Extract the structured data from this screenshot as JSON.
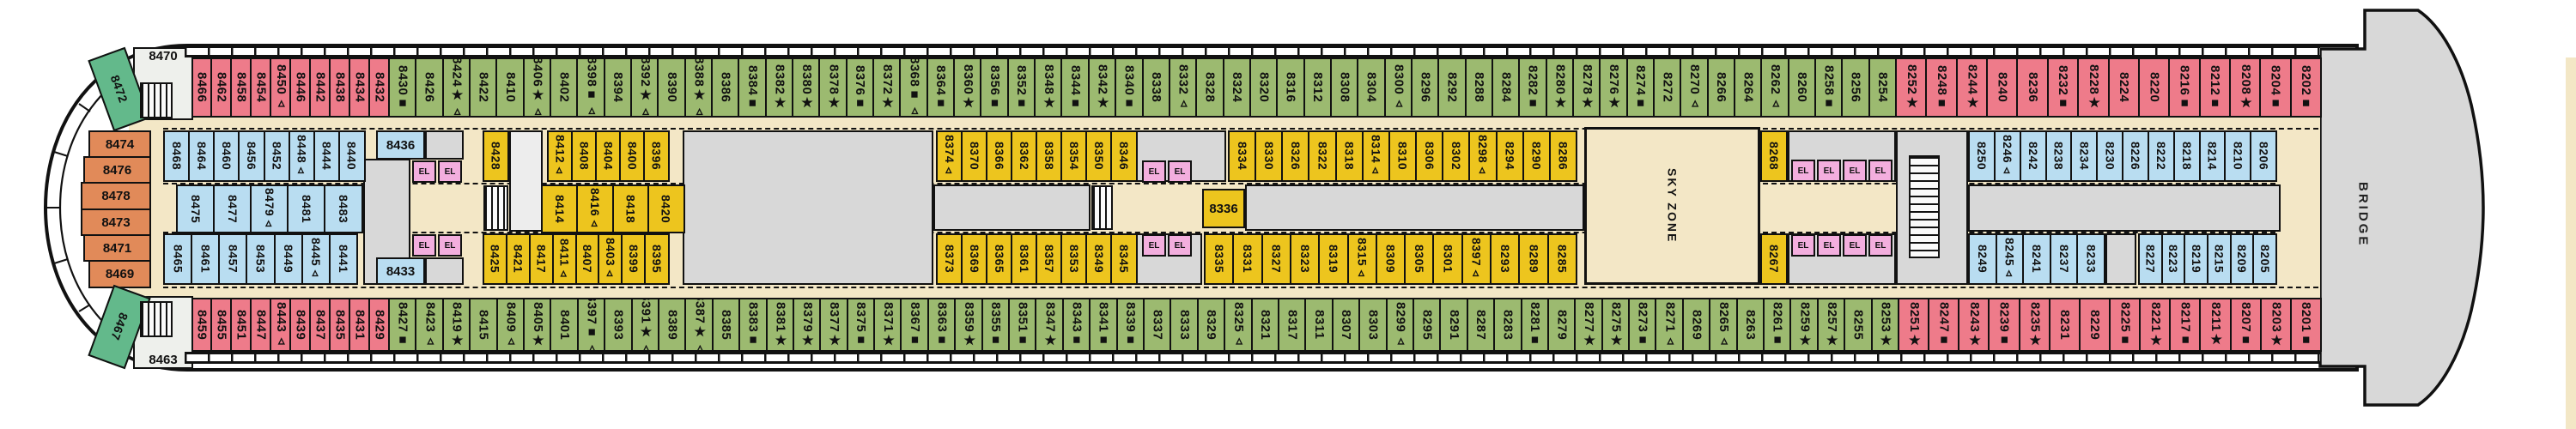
{
  "deck": {
    "bridge_label": "BRIDGE",
    "sky_zone_label": "SKY ZONE",
    "elevator_label": "EL"
  },
  "colors": {
    "cabin_red": "#ee7b8a",
    "cabin_green": "#9cba70",
    "cabin_yellow": "#edc51e",
    "cabin_blue": "#b9ddf1",
    "cabin_orange": "#e18a59",
    "cabin_teal": "#63b98b",
    "elevator_pink": "#f3aede",
    "corridor_tan": "#f3e7c6",
    "service_gray": "#d8d8d8",
    "service_light": "#ededed",
    "light_box": "#eef0ec",
    "outline": "#111111"
  },
  "stern": {
    "orange": [
      "8474",
      "8476",
      "8478",
      "8473",
      "8471",
      "8469"
    ]
  },
  "singles": {
    "s8470": "8470",
    "s8463": "8463",
    "s8436": "8436",
    "s8433": "8433",
    "s8428": "8428",
    "s8336": "8336",
    "s8268": "8268",
    "s8267": "8267",
    "s8472": "8472",
    "s8467": "8467"
  },
  "rows": {
    "a_red_aft": [
      "8466",
      "8462",
      "8458",
      "8454",
      "8450▵",
      "8446",
      "8442",
      "8438",
      "8434",
      "8432"
    ],
    "a_green": [
      "8430■",
      "8426",
      "8424★▵",
      "8422",
      "8410",
      "8406★▵",
      "8402",
      "8398■▵",
      "8394",
      "8392★▵",
      "8390",
      "8388★▵",
      "8386",
      "8384■",
      "8382★",
      "8380★",
      "8378★",
      "8376■",
      "8372★",
      "8368■▵",
      "8364■",
      "8360★",
      "8356■",
      "8352■",
      "8348★",
      "8344■",
      "8342★",
      "8340■",
      "8338",
      "8332▵",
      "8328",
      "8324",
      "8320",
      "8316",
      "8312",
      "8308",
      "8304",
      "8300▵",
      "8296",
      "8292",
      "8288",
      "8284",
      "8282■",
      "8280★",
      "8278★",
      "8276★",
      "8274■",
      "8272",
      "8270▵",
      "8266",
      "8264",
      "8262▵",
      "8260",
      "8258■",
      "8256",
      "8254"
    ],
    "a_red_fwd": [
      "8252★",
      "8248■",
      "8244★",
      "8240",
      "8236",
      "8232■",
      "8228★",
      "8224",
      "8220",
      "8216■",
      "8212■",
      "8208★",
      "8204■",
      "8202■"
    ],
    "b_blue_aft": [
      "8468",
      "8464",
      "8460",
      "8456",
      "8452",
      "8448▵",
      "8444",
      "8440"
    ],
    "b_yellow_2": [
      "8412▵",
      "8408",
      "8404",
      "8400",
      "8396"
    ],
    "b_yellow_3": [
      "8374▵",
      "8370",
      "8366",
      "8362",
      "8358",
      "8354",
      "8350",
      "8346"
    ],
    "b_yellow_4": [
      "8334",
      "8330",
      "8326",
      "8322",
      "8318",
      "8314▵",
      "8310",
      "8306",
      "8302",
      "8298▵",
      "8294",
      "8290",
      "8286"
    ],
    "b_blue_fwd": [
      "8250",
      "8246▵",
      "8242",
      "8238",
      "8234",
      "8230",
      "8226",
      "8222",
      "8218",
      "8214",
      "8210",
      "8206"
    ],
    "c_blue": [
      "8475",
      "8477",
      "8479▵",
      "8481",
      "8483"
    ],
    "c_yellow": [
      "8414",
      "8416▵",
      "8418",
      "8420"
    ],
    "d_blue_aft": [
      "8465",
      "8461",
      "8457",
      "8453",
      "8449",
      "8445▵",
      "8441"
    ],
    "d_yellow_1": [
      "8425",
      "8421",
      "8417",
      "8411▵",
      "8407",
      "8403▵",
      "8399",
      "8395"
    ],
    "d_yellow_2": [
      "8373",
      "8369",
      "8365",
      "8361",
      "8357",
      "8353",
      "8349",
      "8345"
    ],
    "d_yellow_3": [
      "8335",
      "8331",
      "8327",
      "8323",
      "8319",
      "8315▵",
      "8309",
      "8305",
      "8301",
      "8397▵",
      "8293",
      "8289",
      "8285"
    ],
    "d_blue_fwd1": [
      "8249",
      "8245▵",
      "8241",
      "8237",
      "8233"
    ],
    "d_blue_fwd2": [
      "8227",
      "8223",
      "8219",
      "8215",
      "8209",
      "8205"
    ],
    "f_red_aft": [
      "8459",
      "8455",
      "8451",
      "8447",
      "8443▵",
      "8439",
      "8437",
      "8435",
      "8431",
      "8429"
    ],
    "f_green": [
      "8427■",
      "8423▵",
      "8419★",
      "8415",
      "8409▵",
      "8405★",
      "8401",
      "8397■▵",
      "8393",
      "8391★▵",
      "8389",
      "8387★▵",
      "8385",
      "8383■",
      "8381★",
      "8379★",
      "8377★",
      "8375■",
      "8371★",
      "8367■",
      "8363■",
      "8359★",
      "8355■",
      "8351■",
      "8347★",
      "8343■",
      "8341■",
      "8339■",
      "8337",
      "8333",
      "8329",
      "8325▵",
      "8321",
      "8317",
      "8311",
      "8307",
      "8303",
      "8299▵",
      "8295",
      "8291",
      "8287",
      "8283",
      "8281■",
      "8279",
      "8277★",
      "8275★",
      "8273■",
      "8271▵",
      "8269",
      "8265▵",
      "8263",
      "8261■",
      "8259★",
      "8257★",
      "8255",
      "8253★"
    ],
    "f_red_fwd": [
      "8251★",
      "8247■",
      "8243★",
      "8239■",
      "8235★",
      "8231",
      "8229",
      "8225■",
      "8221★",
      "8217■",
      "8211★",
      "8207■",
      "8203★",
      "8201■"
    ]
  }
}
